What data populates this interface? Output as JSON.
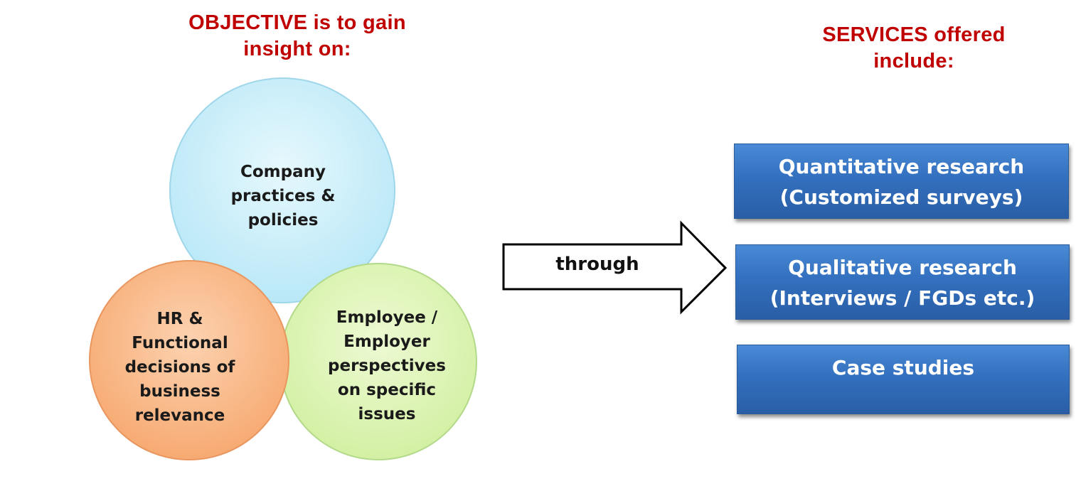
{
  "objective": {
    "heading_line1": "OBJECTIVE is to gain",
    "heading_line2": "insight on:"
  },
  "services": {
    "heading_line1": "SERVICES offered",
    "heading_line2": "include:",
    "items": [
      {
        "line1": "Quantitative research",
        "line2": "(Customized surveys)"
      },
      {
        "line1": "Qualitative research",
        "line2": "(Interviews / FGDs etc.)"
      },
      {
        "line1": "Case studies"
      }
    ],
    "box_color": "#3370bf"
  },
  "venn": {
    "top": {
      "lines": [
        "Company",
        "practices &",
        "policies"
      ],
      "color": "#c9eefa"
    },
    "left": {
      "lines": [
        "HR &",
        "Functional",
        "decisions of",
        "business",
        "relevance"
      ],
      "color": "#f9b98a"
    },
    "right": {
      "lines": [
        "Employee /",
        "Employer",
        "perspectives",
        "on specific",
        "issues"
      ],
      "color": "#dff5b8"
    }
  },
  "arrow": {
    "label": "through"
  }
}
